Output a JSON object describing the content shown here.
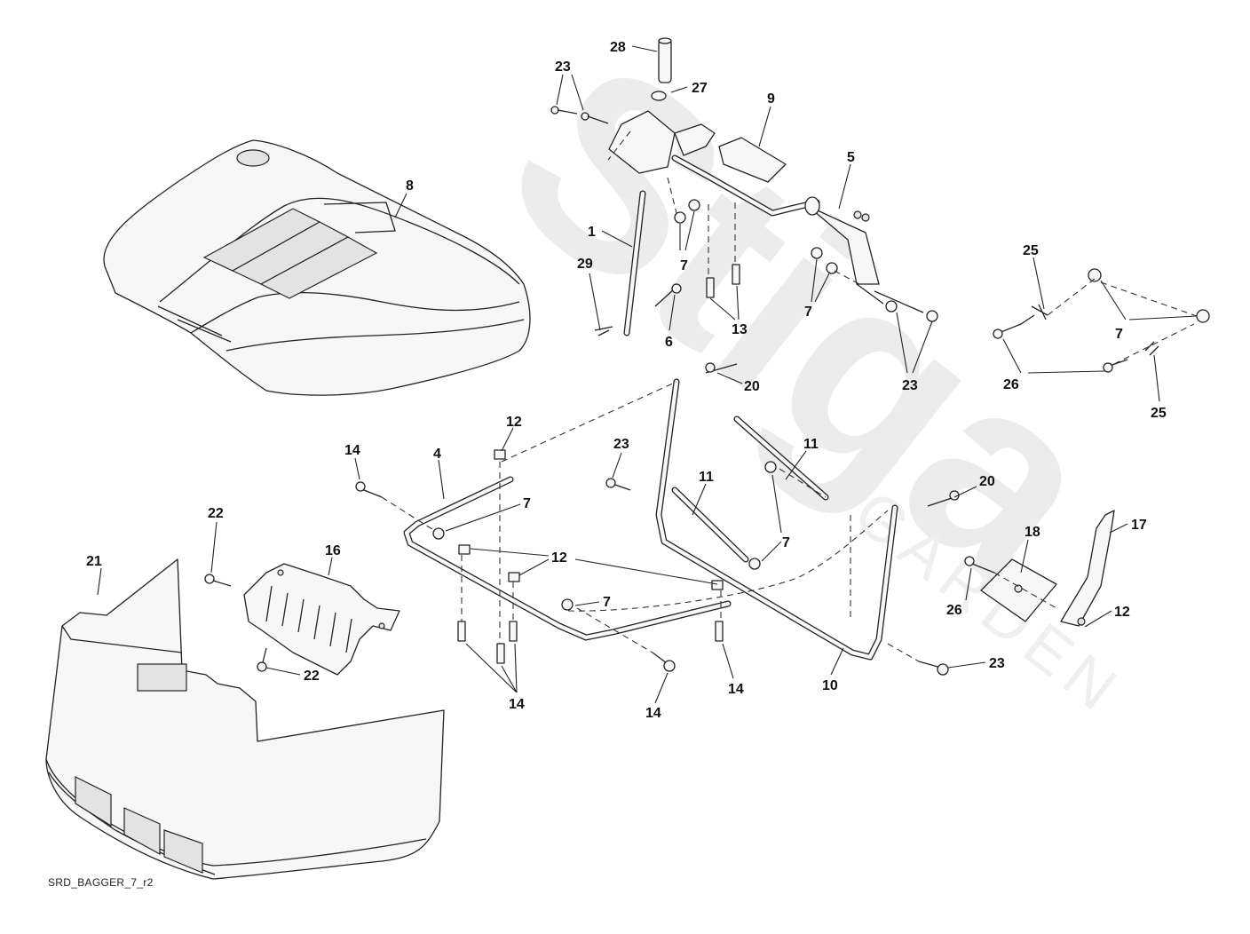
{
  "watermark": {
    "brand": "Stiga",
    "sub": "GARDEN"
  },
  "diagram_ref": "SRD_BAGGER_7_r2",
  "callouts": {
    "c28": "28",
    "c27": "27",
    "c23a": "23",
    "c9": "9",
    "c8": "8",
    "c5": "5",
    "c1": "1",
    "c7a": "7",
    "c29": "29",
    "c6": "6",
    "c13": "13",
    "c7b": "7",
    "c23b": "23",
    "c25a": "25",
    "c7c": "7",
    "c26a": "26",
    "c25b": "25",
    "c20a": "20",
    "c12a": "12",
    "c14a": "14",
    "c4": "4",
    "c23c": "23",
    "c11a": "11",
    "c11b": "11",
    "c20b": "20",
    "c7d": "7",
    "c7e": "7",
    "c22a": "22",
    "c21": "21",
    "c16": "16",
    "c12b": "12",
    "c18": "18",
    "c17": "17",
    "c7f": "7",
    "c26b": "26",
    "c12c": "12",
    "c22b": "22",
    "c14b": "14",
    "c10": "10",
    "c23d": "23",
    "c14c": "14",
    "c14d": "14"
  }
}
